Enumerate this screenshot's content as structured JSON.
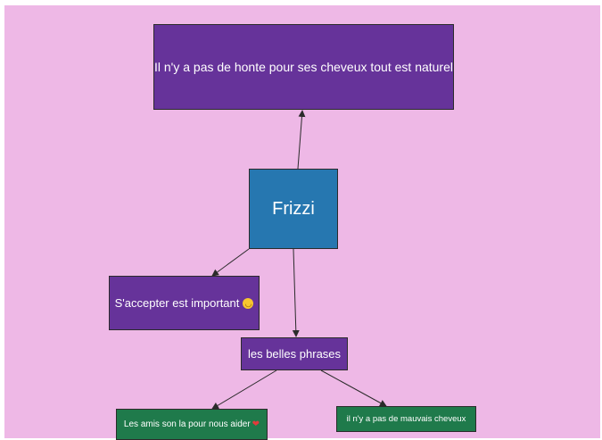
{
  "nodes": {
    "top": {
      "label": "Il n'y a pas de honte pour ses cheveux tout est naturel"
    },
    "center": {
      "label": "Frizzi"
    },
    "accept": {
      "label": "S'accepter est important",
      "emoji": "smiley-face"
    },
    "phrases": {
      "label": "les belles phrases"
    },
    "friends": {
      "label": "Les amis son la pour nous aider",
      "emoji": "red-heart"
    },
    "hair": {
      "label": "il n'y a pas de mauvais cheveux"
    }
  },
  "colors": {
    "background": "#eeb8e6",
    "purple_node": "#66339a",
    "blue_node": "#2677b0",
    "green_node": "#1f7a4b"
  },
  "edges": [
    {
      "from": "center",
      "to": "top"
    },
    {
      "from": "center",
      "to": "accept"
    },
    {
      "from": "center",
      "to": "phrases"
    },
    {
      "from": "phrases",
      "to": "friends"
    },
    {
      "from": "phrases",
      "to": "hair"
    }
  ]
}
